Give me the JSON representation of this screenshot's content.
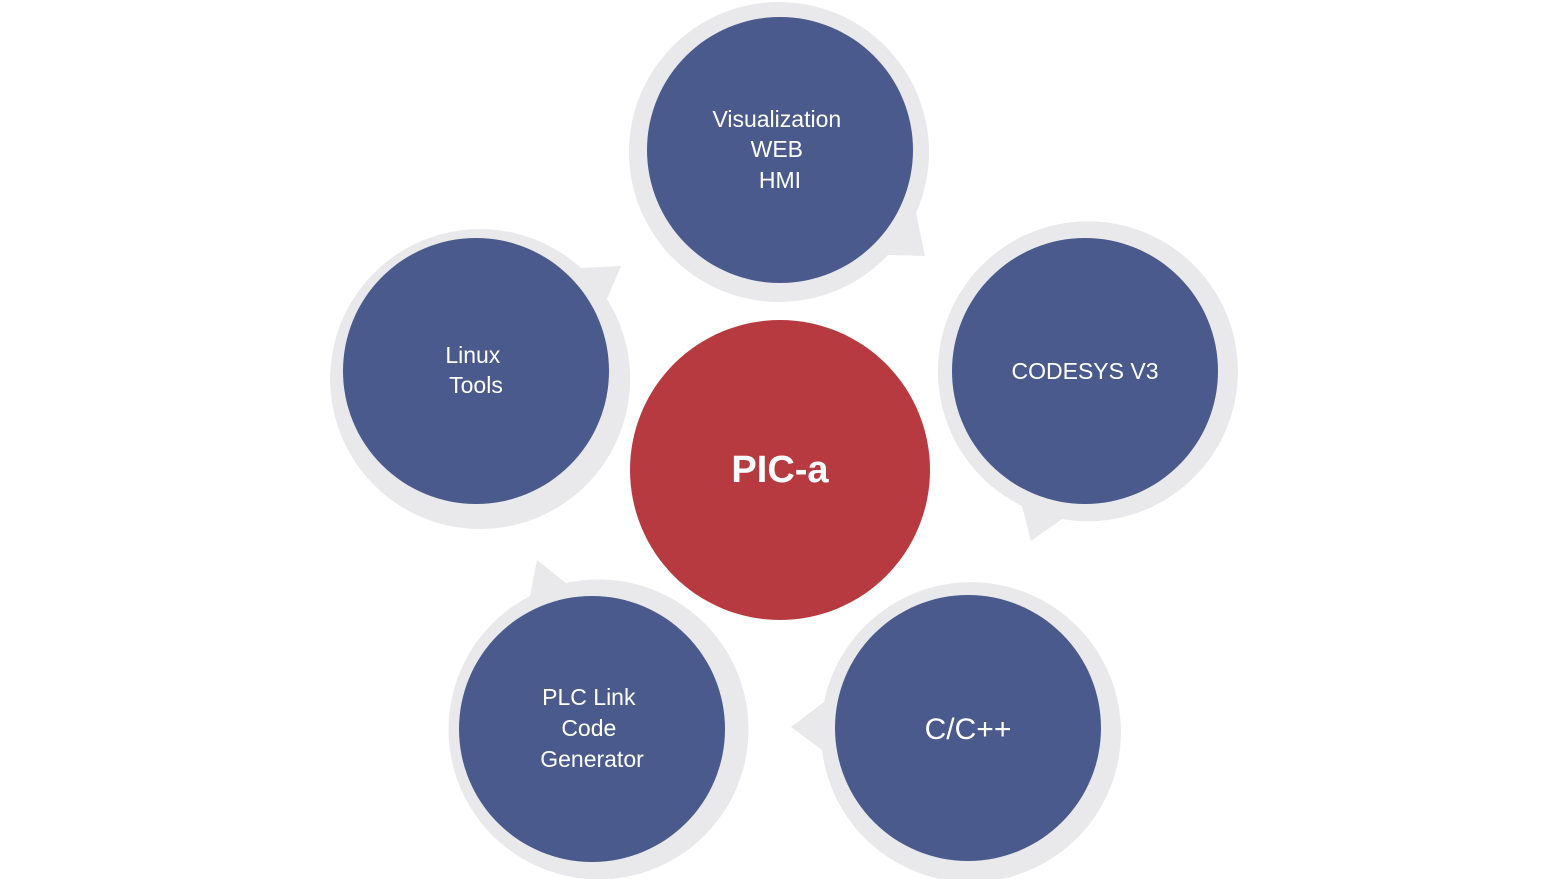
{
  "colors": {
    "background": "#ffffff",
    "ring": "#e9e9ec",
    "satellite": "#4b5a8c",
    "center": "#b83a41",
    "text": "#ffffff"
  },
  "center": {
    "label": "PIC-a"
  },
  "satellites": [
    {
      "id": "visualization",
      "lines": [
        "Visualization",
        "WEB",
        "HMI"
      ]
    },
    {
      "id": "codesys",
      "lines": [
        "CODESYS V3"
      ]
    },
    {
      "id": "cpp",
      "lines": [
        "C/C++"
      ]
    },
    {
      "id": "plc-link",
      "lines": [
        "PLC Link",
        "Code",
        "Generator"
      ]
    },
    {
      "id": "linux",
      "lines": [
        "Linux",
        "Tools"
      ]
    }
  ]
}
